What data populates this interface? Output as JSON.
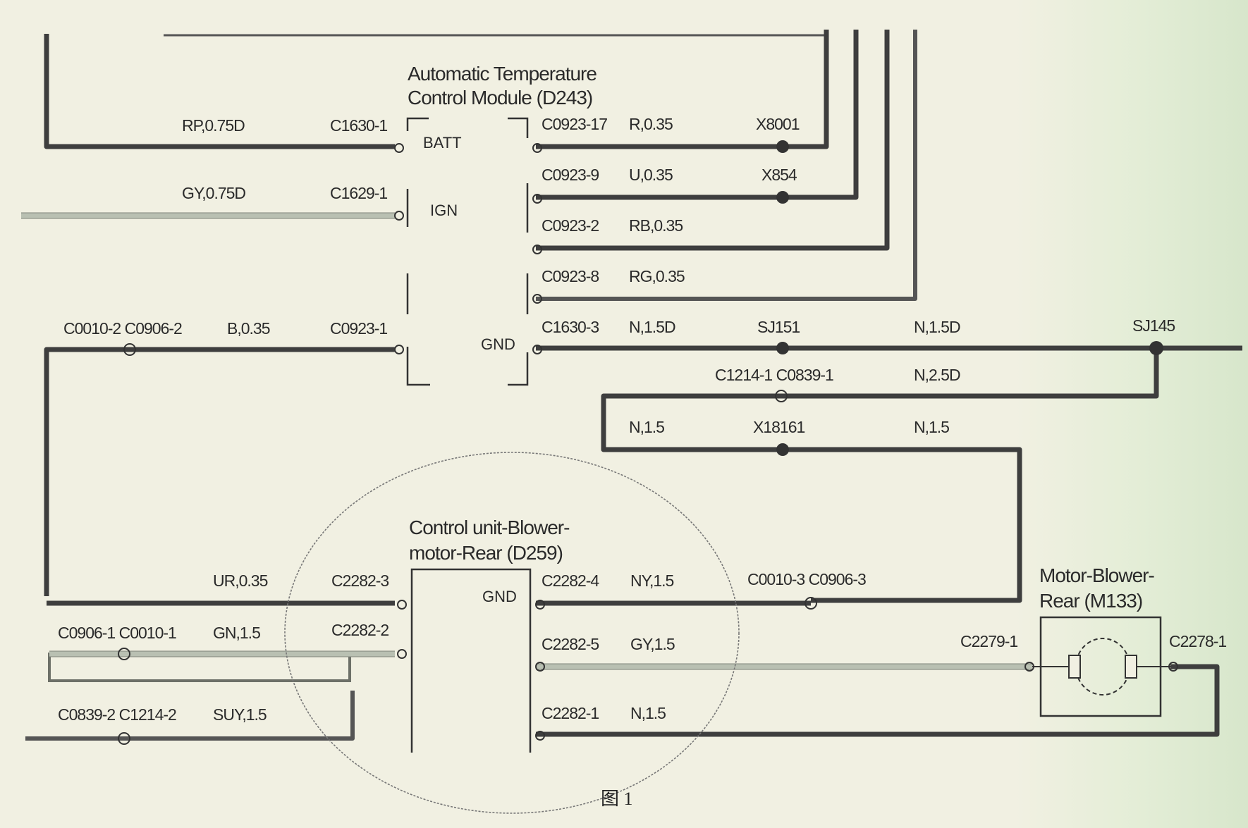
{
  "modules": {
    "atc_title_line1": "Automatic Temperature",
    "atc_title_line2": "Control Module (D243)",
    "blower_title_line1": "Control unit-Blower-",
    "blower_title_line2": "motor-Rear (D259)",
    "motor_title_line1": "Motor-Blower-",
    "motor_title_line2": "Rear (M133)"
  },
  "pins": {
    "batt": "BATT",
    "ign": "IGN",
    "gnd_atc": "GND",
    "gnd_blower": "GND"
  },
  "connectors": {
    "c1630_1": "C1630-1",
    "c1629_1": "C1629-1",
    "c0923_1": "C0923-1",
    "c0923_17": "C0923-17",
    "c0923_9": "C0923-9",
    "c0923_2": "C0923-2",
    "c0923_8": "C0923-8",
    "c1630_3": "C1630-3",
    "c0010_2_c0906_2": "C0010-2 C0906-2",
    "c1214_1_c0839_1": "C1214-1 C0839-1",
    "c2282_3": "C2282-3",
    "c2282_2": "C2282-2",
    "c2282_4": "C2282-4",
    "c2282_5": "C2282-5",
    "c2282_1": "C2282-1",
    "c0010_3_c0906_3": "C0010-3 C0906-3",
    "c0906_1_c0010_1": "C0906-1 C0010-1",
    "c0839_2_c1214_2": "C0839-2 C1214-2",
    "c2279_1": "C2279-1",
    "c2278_1": "C2278-1"
  },
  "wires": {
    "rp_075d": "RP,0.75D",
    "gy_075d": "GY,0.75D",
    "b_035": "B,0.35",
    "r_035": "R,0.35",
    "u_035": "U,0.35",
    "rb_035": "RB,0.35",
    "rg_035": "RG,0.35",
    "n_15d_a": "N,1.5D",
    "n_15d_b": "N,1.5D",
    "n_25d": "N,2.5D",
    "n_15_a": "N,1.5",
    "n_15_b": "N,1.5",
    "ur_035": "UR,0.35",
    "gn_15": "GN,1.5",
    "suy_15": "SUY,1.5",
    "ny_15": "NY,1.5",
    "gy_15": "GY,1.5",
    "n_15_c": "N,1.5"
  },
  "splices": {
    "x8001": "X8001",
    "x854": "X854",
    "sj151": "SJ151",
    "sj145": "SJ145",
    "x18161": "X18161"
  },
  "caption": "图 1",
  "colors": {
    "background": "#f1f0e2",
    "wire_dark": "#3e3e3e",
    "wire_light": "#b9c0b2",
    "ink": "#2a2a2a"
  }
}
